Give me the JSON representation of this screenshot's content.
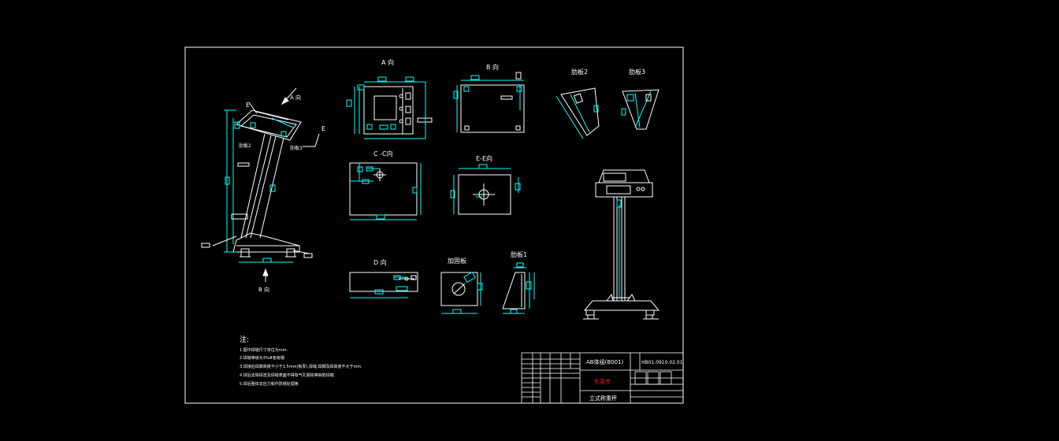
{
  "drawing": {
    "view_labels": {
      "a": "A 向",
      "b": "B 向",
      "rib2": "肋板2",
      "rib3": "肋板3",
      "cc": "C -C向",
      "ee": "E-E向",
      "d": "D 向",
      "plate": "加固板",
      "rib1": "肋板1",
      "b_arrow": "B 向",
      "a_arrow": "A 向",
      "e_left": "E",
      "e_right": "E"
    },
    "notes": {
      "title": "注:",
      "lines": [
        "1.图中焊缝尺寸单位为mm.",
        "2.焊缝等级为3%#各级钢",
        "3.焊接后焊脚高度不小于1.5mm(板厚),焊缝,焊脚及焊高度不大于mm.",
        "4.焊后去除焊渣及焊缝表面不得有气孔裂纹等缺陷焊瘤.",
        "5.焊后整体去应力和作防锈处理等"
      ]
    },
    "title_block": {
      "name": "AB体组(B001)",
      "number": "HB01.0910.02.01",
      "company": "东莞市",
      "product": "立式称重秤",
      "accent": "#ff2020"
    },
    "colors": {
      "line": "#ffffff",
      "dimension": "#00ffff",
      "background": "#000000"
    }
  }
}
